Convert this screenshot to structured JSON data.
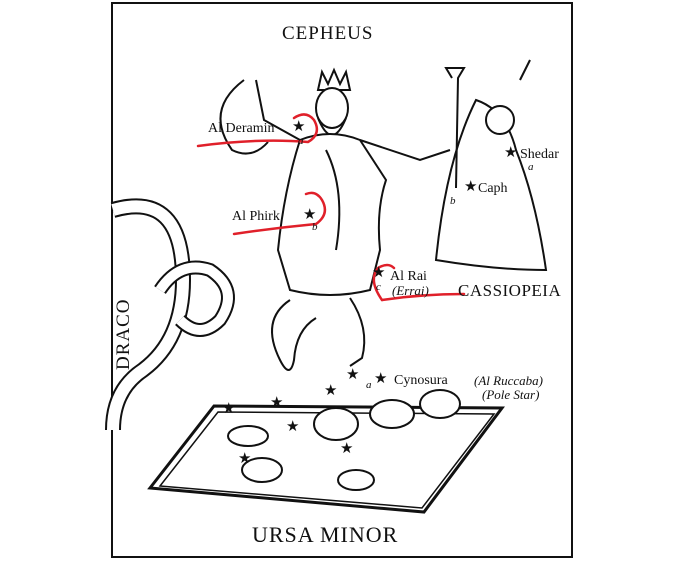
{
  "constellations": {
    "top": "CEPHEUS",
    "right": "CASSIOPEIA",
    "left": "DRACO",
    "bottom": "URSA MINOR"
  },
  "stars": {
    "al_deramin": {
      "name": "Al Deramin",
      "greek": "a"
    },
    "al_phirk": {
      "name": "Al Phirk",
      "greek": "b"
    },
    "al_rai": {
      "name": "Al Rai",
      "alt": "(Errai)",
      "greek": "c"
    },
    "shedar": {
      "name": "Shedar",
      "greek": "a"
    },
    "caph": {
      "name": "Caph",
      "greek": "b"
    },
    "cynosura": {
      "name": "Cynosura",
      "alt": "(Al Ruccaba)",
      "note": "(Pole Star)",
      "greek": "a"
    }
  },
  "colors": {
    "annotation": "#e0202a",
    "ink": "#111111"
  }
}
